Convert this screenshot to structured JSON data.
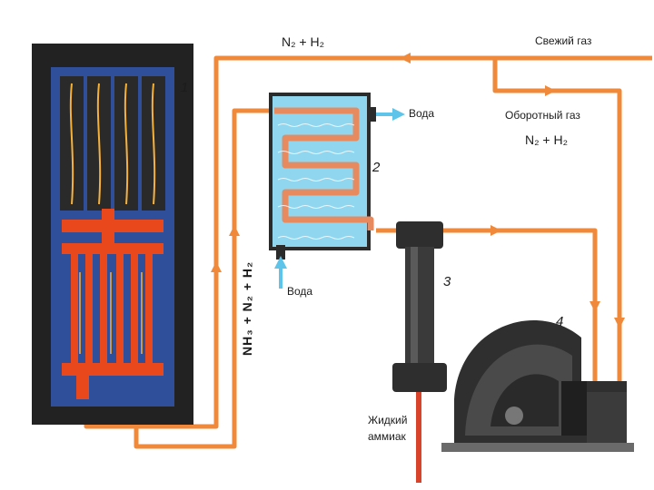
{
  "labels": {
    "fresh_gas": "Свежий газ",
    "fresh_formula": "N₂ + H₂",
    "recycle_gas": "Оборотный газ",
    "recycle_formula": "N₂ + H₂",
    "water_out": "Вода",
    "water_in": "Вода",
    "mixture": "NH₃ + N₂ + H₂",
    "liquid_ammonia_line1": "Жидкий",
    "liquid_ammonia_line2": "аммиак"
  },
  "units": [
    {
      "number": "1"
    },
    {
      "number": "2"
    },
    {
      "number": "3"
    },
    {
      "number": "4"
    }
  ],
  "colors": {
    "pipe": "#f08a3a",
    "reactor_frame": "#222222",
    "reactor_interior": "#2f4f9a",
    "catalyst": "#2a2a2a",
    "hot_tubes": "#e8481c",
    "condenser_water": "#8fd6ee",
    "condenser_coil": "#e88a60",
    "water_arrow": "#5fc4ea",
    "separator": "#2e2e2e",
    "compressor": "#3a3a3a",
    "ammonia_outlet": "#d9432b"
  }
}
